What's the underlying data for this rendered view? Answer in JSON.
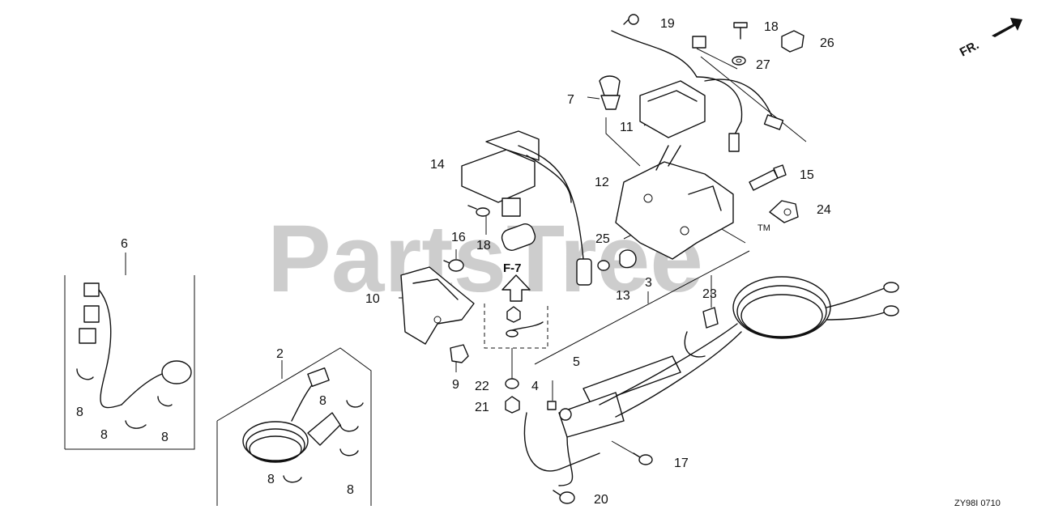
{
  "watermark": {
    "text": "PartsTree",
    "tm": "TM"
  },
  "direction_arrow": {
    "label": "FR."
  },
  "reference": {
    "label": "F-7"
  },
  "diagram_code": "ZY98I 0710",
  "callouts": {
    "c1": "19",
    "c2": "18",
    "c3": "26",
    "c4": "27",
    "c5": "7",
    "c6": "11",
    "c7": "14",
    "c8": "12",
    "c9": "15",
    "c10": "24",
    "c11": "18",
    "c12": "16",
    "c13": "25",
    "c14": "6",
    "c15": "13",
    "c16": "3",
    "c17": "23",
    "c18": "10",
    "c19": "2",
    "c20": "5",
    "c21": "9",
    "c22": "22",
    "c23": "4",
    "c24": "21",
    "c25": "8",
    "c26": "8",
    "c27": "8",
    "c28": "8",
    "c29": "17",
    "c30": "8",
    "c31": "8",
    "c32": "20"
  }
}
